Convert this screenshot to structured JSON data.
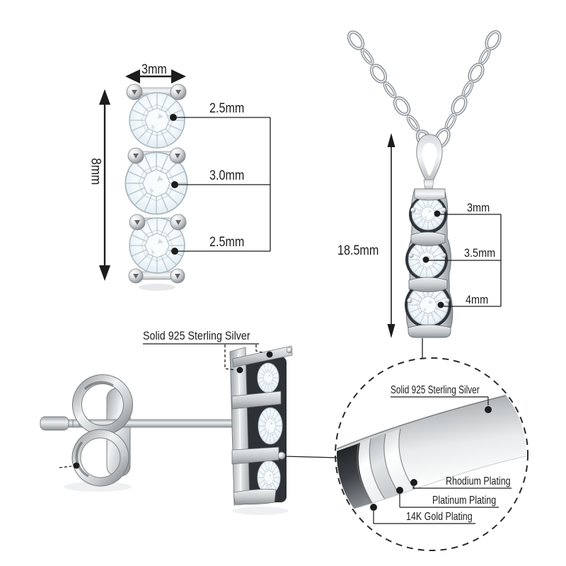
{
  "figure": {
    "type": "jewelry-dimension-diagram",
    "background": "#ffffff",
    "ink_color": "#1c1c1c",
    "metal_colors": {
      "light": "#f2f4f5",
      "mid": "#c6cacd",
      "dark": "#8d9296"
    },
    "stone_tint": "#e7f0f6"
  },
  "earring_front": {
    "width_label": "3mm",
    "height_label": "8mm",
    "stone_sizes": [
      "2.5mm",
      "3.0mm",
      "2.5mm"
    ]
  },
  "necklace": {
    "height_label": "18.5mm",
    "stone_sizes": [
      "3mm",
      "3.5mm",
      "4mm"
    ]
  },
  "earring_side": {
    "material_label": "Solid 925 Sterling Silver"
  },
  "plating_detail": {
    "core_label": "Solid 925 Sterling Silver",
    "layer_labels": [
      "Rhodium Plating",
      "Platinum Plating",
      "14K Gold Plating"
    ]
  }
}
